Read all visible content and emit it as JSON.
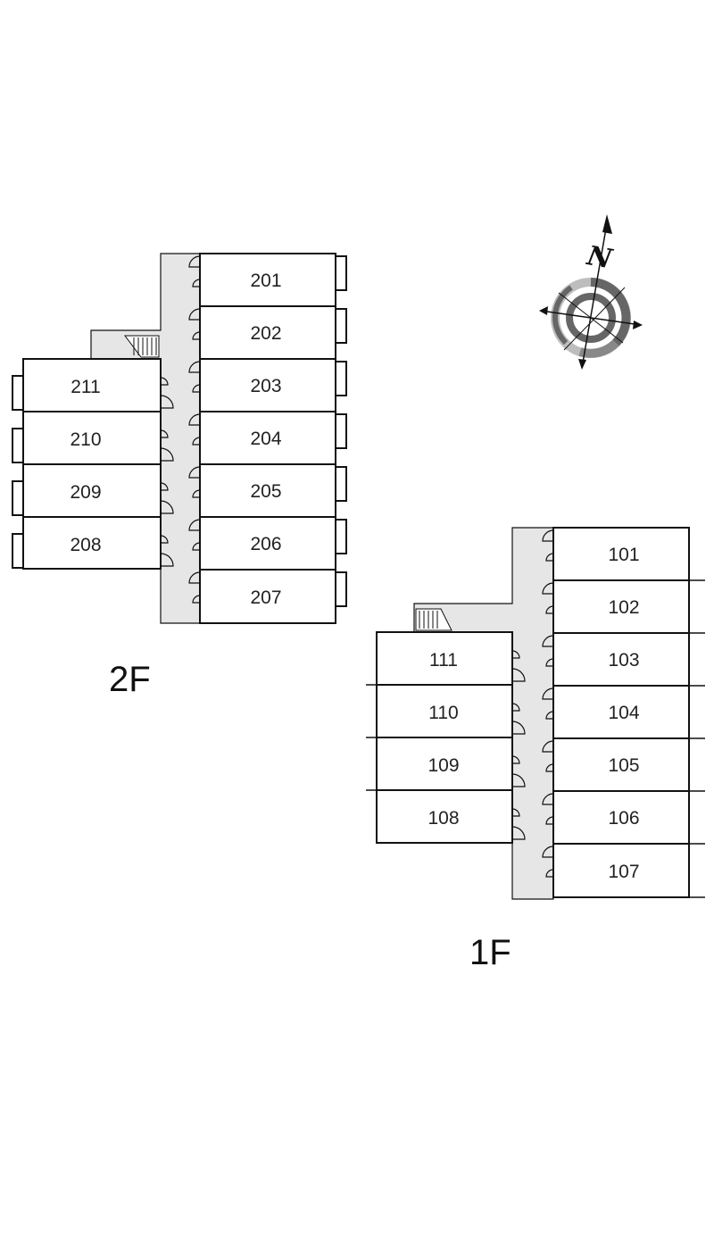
{
  "compass": {
    "north_label": "N",
    "icon": "compass-rose-icon"
  },
  "floors": [
    {
      "id": "2F",
      "label": "2F",
      "rooms_right": [
        "201",
        "202",
        "203",
        "204",
        "205",
        "206",
        "207"
      ],
      "rooms_left": [
        "211",
        "210",
        "209",
        "208"
      ]
    },
    {
      "id": "1F",
      "label": "1F",
      "rooms_right": [
        "101",
        "102",
        "103",
        "104",
        "105",
        "106",
        "107"
      ],
      "rooms_left": [
        "111",
        "110",
        "109",
        "108"
      ]
    }
  ],
  "colors": {
    "wall": "#111111",
    "corridor": "#e6e6e6",
    "compass_dark": "#666666",
    "compass_light": "#bdbdbd"
  }
}
